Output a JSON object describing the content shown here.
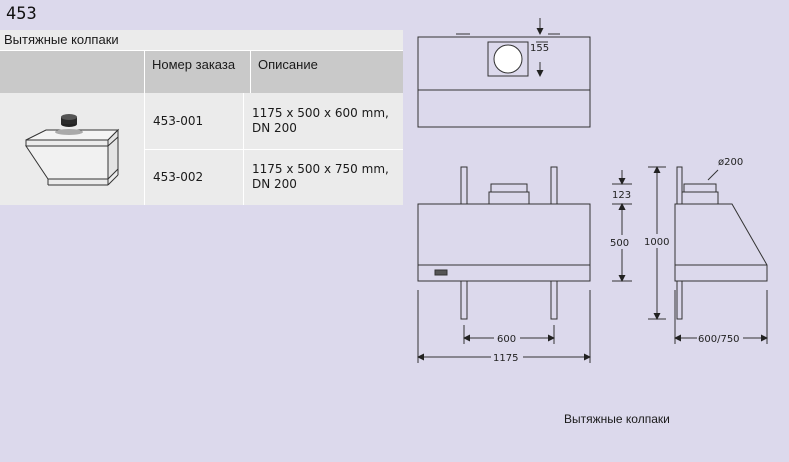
{
  "page_number": "453",
  "table": {
    "title": "Вытяжные колпаки",
    "columns": {
      "order": "Номер заказа",
      "description": "Описание"
    },
    "rows": [
      {
        "order": "453-001",
        "description_lines": [
          "1175 x 500 x 600 mm,",
          "DN 200"
        ]
      },
      {
        "order": "453-002",
        "description_lines": [
          "1175 x 500 x 750 mm,",
          "DN 200"
        ]
      }
    ]
  },
  "drawing": {
    "top_view_dim": "155",
    "duct_dim": "ø200",
    "height_labels": [
      "123",
      "500",
      "1000"
    ],
    "width_labels": [
      "600",
      "1175"
    ],
    "depth_label": "600/750"
  },
  "caption": "Вытяжные колпаки"
}
